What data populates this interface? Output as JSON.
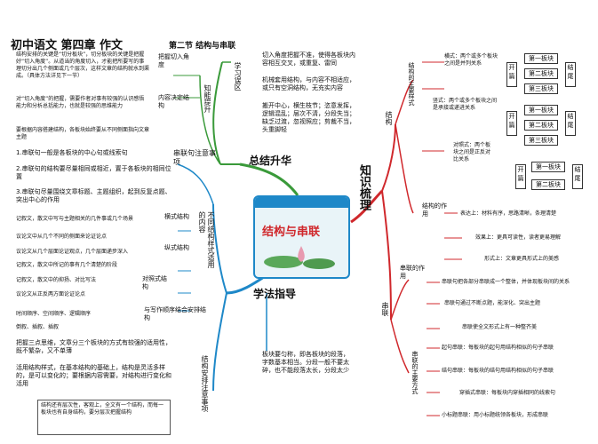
{
  "header": {
    "title": "初中语文   第四章   作文",
    "section": "第二节   结构与串联"
  },
  "center": {
    "title": "结构与串联"
  },
  "main_branches": {
    "summary": "总结升华",
    "methods": "学法指导",
    "knowledge": "知识梳理"
  },
  "summary_branch": {
    "left_notes": [
      "结构安排的关键是“切分板块”，切分板块的关键是把握好“切入角度”。从道当的角度切入，才能把所要写的事理切分出几个侧面或几个层次，这样文章的结构就水到渠成。（具体方法详见下一节）",
      "对“切入角度”的把握，需要作者对事有较强的认识感悟能力和分析总括能力，也就是较强的思维能力",
      "要根据内容搭建结构，各板块始终要从不同侧面指向文章主题"
    ],
    "labels": [
      "把握切入角度",
      "内容决定结构",
      "知能提升"
    ],
    "mistake_label": "学习误区",
    "mistakes": [
      "切入角度把握不准，使得各板块内容相互交叉，或重复、雷同",
      "机械套用结构，与内容不相适应，或只有空洞结构，无充实内容",
      "搬开中心，横生枝节；恣意发挥，逻辑混乱；层次不清，分段失当；缺乏过渡，忽视照应；剪裁不当，头重脚轻"
    ]
  },
  "methods_branch": {
    "tips_label": "串联句注意事项",
    "tips": [
      "1.串联句一般是各板块的中心句或线索句",
      "2.串联句的结构要尽量相同或相近，置于各板块的相同位置",
      "3.串联句尽量围绕文章标题、主题组织，起到反复点题、突出中心的作用"
    ],
    "structure_label": "不同结构样式适用的内容",
    "horizontal_label": "横式结构",
    "horizontal": [
      "记叙文，散文中写与主题相关的几件事或几个场景",
      "议论文中从几个不同的侧面来论证论点"
    ],
    "vertical_label": "纵式结构",
    "vertical": [
      "议论文从几个层面论证观点，几个层面递步深入",
      "记叙文，散文中所记的事有几个清楚的阶段"
    ],
    "contrast_label": "对照式结构",
    "contrast": [
      "记叙文，散文中的抑扬、对比写法",
      "议论文从正反两方面论证论点"
    ],
    "order_label": "与写作顺序结合安排结构",
    "order": [
      "时间顺序、空间顺序、逻辑顺序",
      "倒叙、插叙、插叙"
    ],
    "notes_label": "结构安排注意事项",
    "notes": [
      "把握三点思维，文章分三个板块的方式有较强的适用性，既不繁杂，又不单薄",
      "活用结构样式，在基本结构的基础上，结构是灵活多样的，是可以变化的；要根据内容需要，对结构进行变化和活用",
      "结构还有层次性，客观上，全文有一个结构，而每一板块也有自身结构，要分层次把握结构"
    ],
    "bottom_note": "板块要匀称，即各板块的段落，字数基本相当。分段一般不要太碎，也不能段落太长，分段太少"
  },
  "knowledge_branch": {
    "structure_label": "结构",
    "types_label": "结构的主要样式",
    "horizontal_desc": "横式：两个或多个板块之间是并列关系",
    "vertical_desc": "竖式：两个或多个板块之间是承接或递进关系",
    "contrast_desc": "对照式：两个板块之间是正反对比关系",
    "diagram": {
      "open": "开篇",
      "end": "结尾",
      "block1": "第一板块",
      "block2": "第二板块",
      "block3": "第三板块"
    },
    "role_label": "结构的作用",
    "roles": [
      "表达上：材料有序，思路清晰，条理清楚",
      "效果上：更具可读性，读者更易理解",
      "形式上：文章更具形式上的美感"
    ],
    "link_label": "串联",
    "link_role_label": "串联的作用",
    "link_roles": [
      "串联句把各部分串联成一个整体，并体现板块间的关系",
      "串联句通过不断点题，能深化、突出主题",
      "串联使全文形式上有一种整齐美"
    ],
    "link_types_label": "串联的主要方式",
    "link_types": [
      "起句串联：每板块的起句用结构相似的句子串联",
      "结句串联：每板块的结句用结构相似的句子串联",
      "穿插式串联：每板块内穿插相同的线索句",
      "小标题串联：用小标题统领各板块，形成串联"
    ]
  }
}
